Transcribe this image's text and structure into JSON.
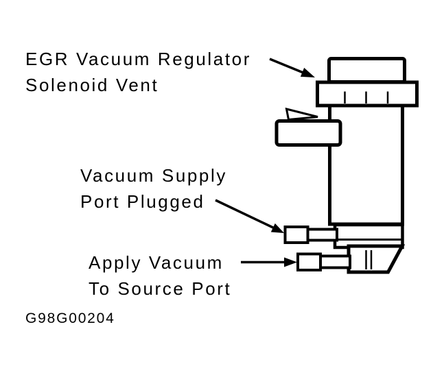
{
  "figure": {
    "colors": {
      "ink": "#000000",
      "background": "#ffffff"
    },
    "labels": {
      "vent": {
        "line1": "EGR Vacuum Regulator",
        "line2": "Solenoid Vent"
      },
      "supply_port": {
        "line1": "Vacuum Supply",
        "line2": "Port Plugged"
      },
      "source_port": {
        "line1": "Apply Vacuum",
        "line2": "To Source Port"
      }
    },
    "figure_id": "G98G00204"
  }
}
